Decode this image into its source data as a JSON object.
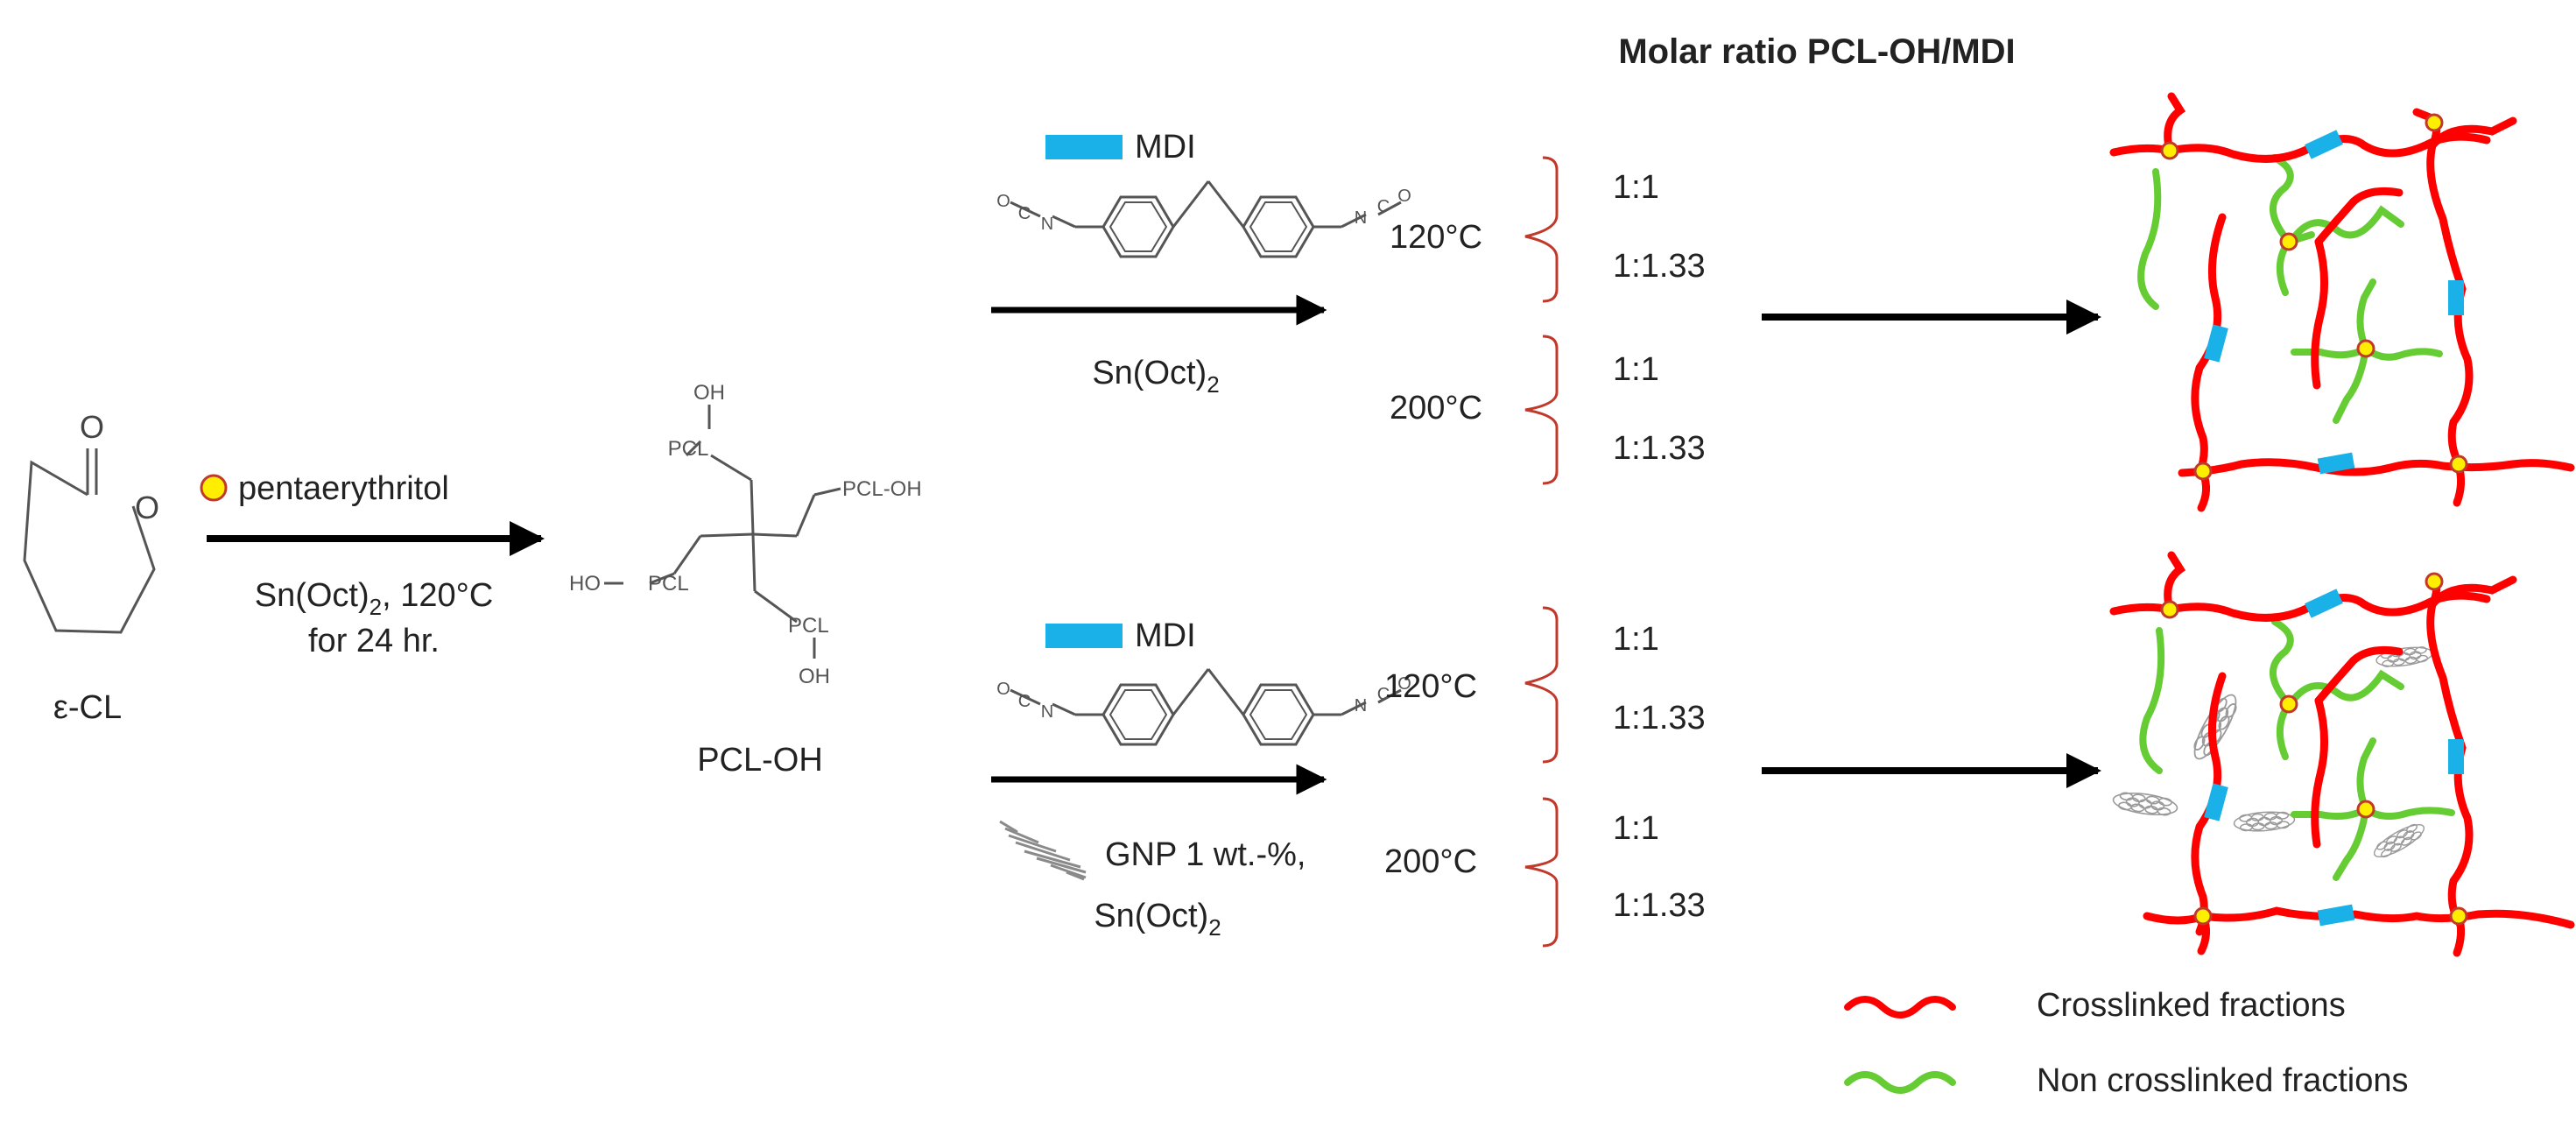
{
  "title": "Molar ratio PCL-OH/MDI",
  "monomer": {
    "label": "ε-CL",
    "atom_carbonyl_o": "O",
    "atom_ring_o": "O"
  },
  "step1": {
    "initiator_label": "pentaerythritol",
    "cond_line1_base": "Sn(Oct)",
    "cond_line1_sub": "2",
    "cond_line1_rest": ", 120°C",
    "cond_line2": "for 24 hr."
  },
  "prepolymer": {
    "label": "PCL-OH",
    "arm_top_oh": "OH",
    "arm_top_pcl": "PCL",
    "arm_right": "PCL-OH",
    "arm_left_ho": "HO",
    "arm_left_pcl": "PCL",
    "arm_bottom_pcl": "PCL",
    "arm_bottom_oh": "OH"
  },
  "route_top": {
    "reagent_label": "MDI",
    "isocyanate_atoms": [
      "O",
      "C",
      "N",
      "N",
      "C",
      "O"
    ],
    "catalyst_base": "Sn(Oct)",
    "catalyst_sub": "2",
    "temps": [
      "120°C",
      "200°C"
    ],
    "ratios": [
      "1:1",
      "1:1.33",
      "1:1",
      "1:1.33"
    ]
  },
  "route_bottom": {
    "reagent_label": "MDI",
    "isocyanate_atoms": [
      "O",
      "C",
      "N",
      "N",
      "C",
      "O"
    ],
    "filler_label": "GNP 1 wt.-%,",
    "catalyst_base": "Sn(Oct)",
    "catalyst_sub": "2",
    "temps": [
      "120°C",
      "200°C"
    ],
    "ratios": [
      "1:1",
      "1:1.33",
      "1:1",
      "1:1.33"
    ]
  },
  "legend": [
    {
      "label": "Crosslinked fractions",
      "color": "#ff0000"
    },
    {
      "label": "Non crosslinked fractions",
      "color": "#66cc33"
    }
  ],
  "colors": {
    "crosslinked": "#ff0000",
    "non_crosslinked": "#66cc33",
    "mdi": "#1ab0e8",
    "node_fill": "#ffee00",
    "node_stroke": "#c0392b",
    "brace": "#c0392b",
    "arrow": "#000000",
    "gnp": "#9a9a9a",
    "structure_line": "#555555"
  },
  "icons": {
    "node": "pentaerythritol-node-icon",
    "mdi": "mdi-segment-icon",
    "gnp": "graphene-nanoplatelet-icon"
  }
}
